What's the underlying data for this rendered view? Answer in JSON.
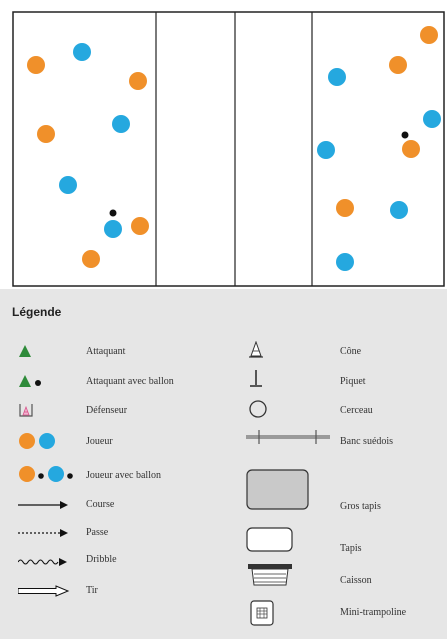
{
  "colors": {
    "orange": "#f0902a",
    "blue": "#25a8df",
    "attacker": "#2e8b3a",
    "defender": "#d9548c",
    "field_line": "#222222",
    "legend_bg": "#e6e6e6",
    "mat_fill": "#c9c9c9"
  },
  "field": {
    "sections": 4,
    "players": [
      {
        "team": "orange"
      },
      {
        "team": "blue"
      },
      {
        "team": "orange"
      },
      {
        "team": "orange"
      },
      {
        "team": "blue"
      },
      {
        "team": "blue"
      },
      {
        "team": "blue",
        "has_ball": true
      },
      {
        "team": "orange"
      },
      {
        "team": "orange"
      },
      {
        "team": "blue"
      },
      {
        "team": "orange"
      },
      {
        "team": "orange"
      },
      {
        "team": "blue"
      },
      {
        "team": "blue"
      },
      {
        "team": "orange",
        "has_ball": true
      },
      {
        "team": "orange"
      },
      {
        "team": "blue"
      },
      {
        "team": "blue"
      }
    ]
  },
  "legend": {
    "title": "Légende",
    "items_left": [
      {
        "icon": "attacker-icon",
        "label": "Attaquant"
      },
      {
        "icon": "attacker-with-ball-icon",
        "label": "Attaquant avec ballon"
      },
      {
        "icon": "defender-icon",
        "label": "Défenseur"
      },
      {
        "icon": "player-icon",
        "label": "Joueur"
      },
      {
        "icon": "player-with-ball-icon",
        "label": "Joueur avec ballon"
      },
      {
        "icon": "run-arrow-icon",
        "label": "Course"
      },
      {
        "icon": "pass-arrow-icon",
        "label": "Passe"
      },
      {
        "icon": "dribble-arrow-icon",
        "label": "Dribble"
      },
      {
        "icon": "shot-arrow-icon",
        "label": "Tir"
      }
    ],
    "items_right": [
      {
        "icon": "cone-icon",
        "label": "Cône"
      },
      {
        "icon": "stake-icon",
        "label": "Piquet"
      },
      {
        "icon": "hoop-icon",
        "label": "Cerceau"
      },
      {
        "icon": "swedish-bench-icon",
        "label": "Banc suédois"
      },
      {
        "icon": "large-mat-icon",
        "label": "Gros tapis"
      },
      {
        "icon": "mat-icon",
        "label": "Tapis"
      },
      {
        "icon": "vaulting-box-icon",
        "label": "Caisson"
      },
      {
        "icon": "mini-trampoline-icon",
        "label": "Mini-trampoline"
      }
    ]
  }
}
